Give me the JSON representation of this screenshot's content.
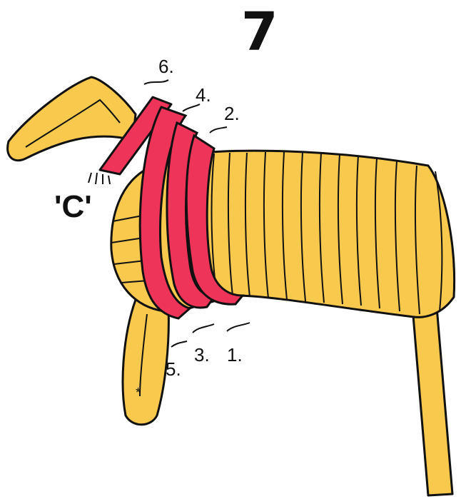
{
  "diagram": {
    "step_number": "7",
    "end_label": "'C'",
    "sequence_labels": [
      "6.",
      "4.",
      "2.",
      "5.",
      "3.",
      "1."
    ],
    "colors": {
      "rope_yellow": "#F9C94E",
      "rope_red": "#EE3559",
      "outline": "#111111",
      "background": "#FFFFFF"
    }
  }
}
